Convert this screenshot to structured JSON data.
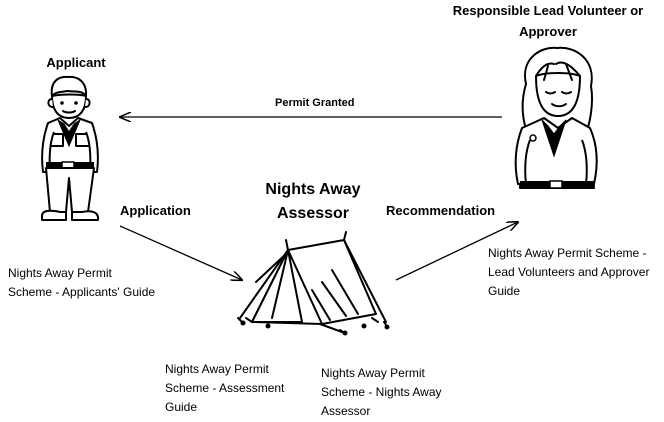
{
  "roles": {
    "applicant": "Applicant",
    "lead_volunteer": "Responsible Lead Volunteer or Approver",
    "assessor": "Nights Away Assessor"
  },
  "flows": {
    "permit_granted": "Permit Granted",
    "application": "Application",
    "recommendation": "Recommendation"
  },
  "guides": {
    "applicants": "Nights Away Permit Scheme - Applicants' Guide",
    "lead_volunteers": "Nights Away Permit Scheme - Lead Volunteers and Approver Guide",
    "assessment": "Nights Away Permit Scheme - Assessment Guide",
    "assessor": "Nights Away Permit Scheme - Nights Away Assessor"
  }
}
